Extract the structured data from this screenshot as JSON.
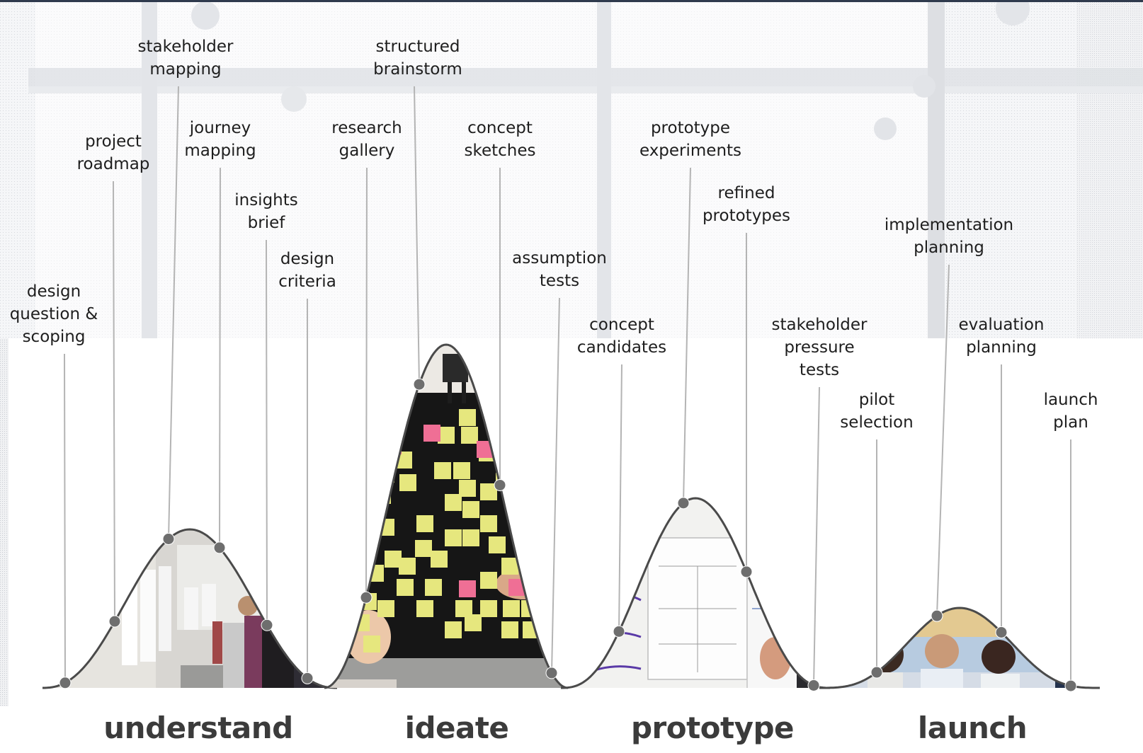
{
  "phases": [
    {
      "name": "understand"
    },
    {
      "name": "ideate"
    },
    {
      "name": "prototype"
    },
    {
      "name": "launch"
    }
  ],
  "activities": [
    {
      "label": "design\nquestion &\nscoping",
      "phase": 0
    },
    {
      "label": "project\nroadmap",
      "phase": 0
    },
    {
      "label": "stakeholder\nmapping",
      "phase": 0
    },
    {
      "label": "journey\nmapping",
      "phase": 0
    },
    {
      "label": "insights\nbrief",
      "phase": 0
    },
    {
      "label": "design\ncriteria",
      "phase": 0
    },
    {
      "label": "research\ngallery",
      "phase": 1
    },
    {
      "label": "structured\nbrainstorm",
      "phase": 1
    },
    {
      "label": "concept\nsketches",
      "phase": 1
    },
    {
      "label": "assumption\ntests",
      "phase": 1
    },
    {
      "label": "concept\ncandidates",
      "phase": 2
    },
    {
      "label": "prototype\nexperiments",
      "phase": 2
    },
    {
      "label": "refined\nprototypes",
      "phase": 2
    },
    {
      "label": "stakeholder\npressure\ntests",
      "phase": 2
    },
    {
      "label": "pilot\nselection",
      "phase": 3
    },
    {
      "label": "implementation\nplanning",
      "phase": 3
    },
    {
      "label": "evaluation\nplanning",
      "phase": 3
    },
    {
      "label": "launch\nplan",
      "phase": 3
    }
  ],
  "colors": {
    "leader_line": "#b4b4b4",
    "marker": "#6e6e6e",
    "mountain_outline": "#4a4a4a",
    "phase_text": "#3b3b3b",
    "top_border": "#2f3a4d"
  }
}
